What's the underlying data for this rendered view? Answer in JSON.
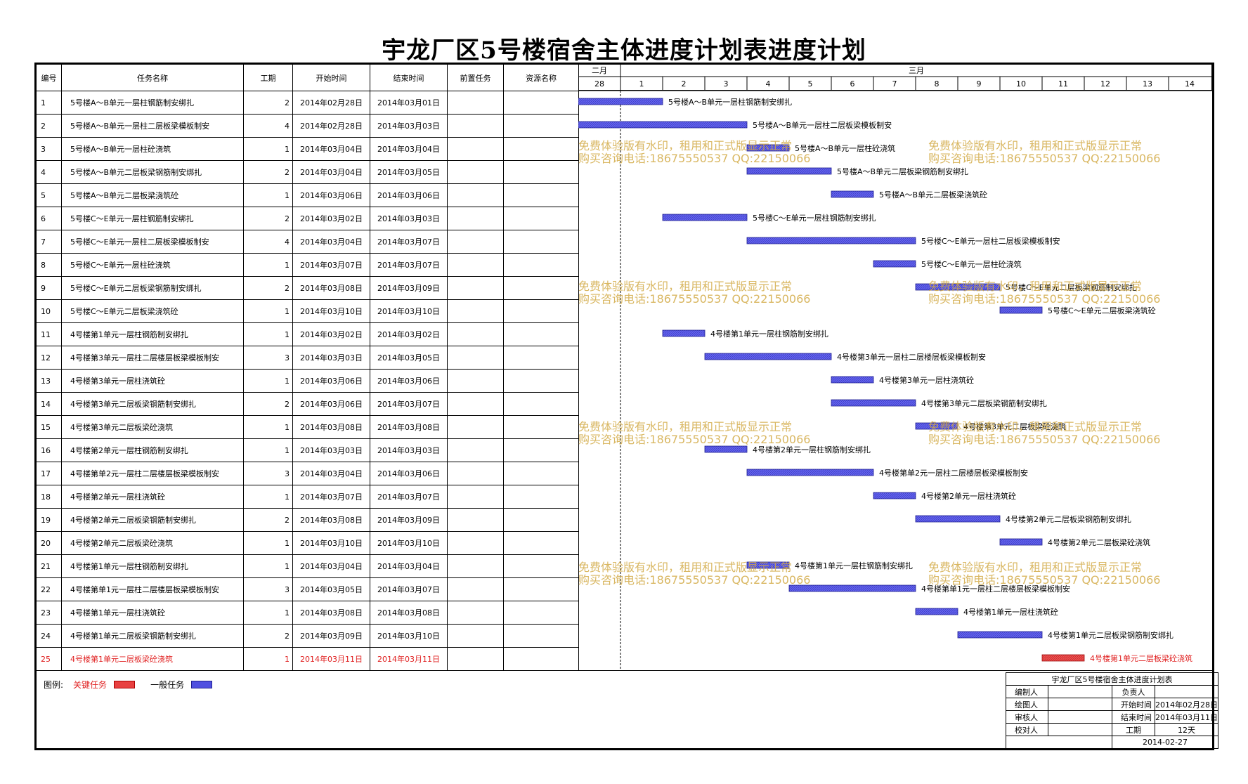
{
  "title": "宇龙厂区5号楼宿舍主体进度计划表进度计划",
  "columns": {
    "no": "编号",
    "name": "任务名称",
    "duration": "工期",
    "start": "开始时间",
    "end": "结束时间",
    "predecessor": "前置任务",
    "resource": "资源名称"
  },
  "gantt": {
    "months": [
      "二月",
      "三月"
    ],
    "days": [
      "28",
      "1",
      "2",
      "3",
      "4",
      "5",
      "6",
      "7",
      "8",
      "9",
      "10",
      "11",
      "12",
      "13",
      "14"
    ],
    "colors": {
      "normal": "#5050e0",
      "critical": "#e84040",
      "critical_text": "#e02020"
    }
  },
  "tasks": [
    {
      "no": "1",
      "name": "5号楼A～B单元一层柱钢筋制安绑扎",
      "duration": "2",
      "start": "2014年02月28日",
      "end": "2014年03月01日",
      "s": 0,
      "d": 2,
      "critical": false
    },
    {
      "no": "2",
      "name": "5号楼A～B单元一层柱二层板梁模板制安",
      "duration": "4",
      "start": "2014年02月28日",
      "end": "2014年03月03日",
      "s": 0,
      "d": 4,
      "critical": false
    },
    {
      "no": "3",
      "name": "5号楼A～B单元一层柱砼浇筑",
      "duration": "1",
      "start": "2014年03月04日",
      "end": "2014年03月04日",
      "s": 4,
      "d": 1,
      "critical": false
    },
    {
      "no": "4",
      "name": "5号楼A～B单元二层板梁钢筋制安绑扎",
      "duration": "2",
      "start": "2014年03月04日",
      "end": "2014年03月05日",
      "s": 4,
      "d": 2,
      "critical": false
    },
    {
      "no": "5",
      "name": "5号楼A～B单元二层板梁浇筑砼",
      "duration": "1",
      "start": "2014年03月06日",
      "end": "2014年03月06日",
      "s": 6,
      "d": 1,
      "critical": false
    },
    {
      "no": "6",
      "name": "5号楼C～E单元一层柱钢筋制安绑扎",
      "duration": "2",
      "start": "2014年03月02日",
      "end": "2014年03月03日",
      "s": 2,
      "d": 2,
      "critical": false
    },
    {
      "no": "7",
      "name": "5号楼C～E单元一层柱二层板梁模板制安",
      "duration": "4",
      "start": "2014年03月04日",
      "end": "2014年03月07日",
      "s": 4,
      "d": 4,
      "critical": false
    },
    {
      "no": "8",
      "name": "5号楼C～E单元一层柱砼浇筑",
      "duration": "1",
      "start": "2014年03月07日",
      "end": "2014年03月07日",
      "s": 7,
      "d": 1,
      "critical": false
    },
    {
      "no": "9",
      "name": "5号楼C～E单元二层板梁钢筋制安绑扎",
      "duration": "2",
      "start": "2014年03月08日",
      "end": "2014年03月09日",
      "s": 8,
      "d": 2,
      "critical": false
    },
    {
      "no": "10",
      "name": "5号楼C～E单元二层板梁浇筑砼",
      "duration": "1",
      "start": "2014年03月10日",
      "end": "2014年03月10日",
      "s": 10,
      "d": 1,
      "critical": false
    },
    {
      "no": "11",
      "name": "4号楼第1单元一层柱钢筋制安绑扎",
      "duration": "1",
      "start": "2014年03月02日",
      "end": "2014年03月02日",
      "s": 2,
      "d": 1,
      "critical": false
    },
    {
      "no": "12",
      "name": "4号楼第3单元一层柱二层楼层板梁模板制安",
      "duration": "3",
      "start": "2014年03月03日",
      "end": "2014年03月05日",
      "s": 3,
      "d": 3,
      "critical": false
    },
    {
      "no": "13",
      "name": "4号楼第3单元一层柱浇筑砼",
      "duration": "1",
      "start": "2014年03月06日",
      "end": "2014年03月06日",
      "s": 6,
      "d": 1,
      "critical": false
    },
    {
      "no": "14",
      "name": "4号楼第3单元二层板梁钢筋制安绑扎",
      "duration": "2",
      "start": "2014年03月06日",
      "end": "2014年03月07日",
      "s": 6,
      "d": 2,
      "critical": false
    },
    {
      "no": "15",
      "name": "4号楼第3单元二层板梁砼浇筑",
      "duration": "1",
      "start": "2014年03月08日",
      "end": "2014年03月08日",
      "s": 8,
      "d": 1,
      "critical": false
    },
    {
      "no": "16",
      "name": "4号楼第2单元一层柱钢筋制安绑扎",
      "duration": "1",
      "start": "2014年03月03日",
      "end": "2014年03月03日",
      "s": 3,
      "d": 1,
      "critical": false
    },
    {
      "no": "17",
      "name": "4号楼第单2元一层柱二层楼层板梁模板制安",
      "duration": "3",
      "start": "2014年03月04日",
      "end": "2014年03月06日",
      "s": 4,
      "d": 3,
      "critical": false
    },
    {
      "no": "18",
      "name": "4号楼第2单元一层柱浇筑砼",
      "duration": "1",
      "start": "2014年03月07日",
      "end": "2014年03月07日",
      "s": 7,
      "d": 1,
      "critical": false
    },
    {
      "no": "19",
      "name": "4号楼第2单元二层板梁钢筋制安绑扎",
      "duration": "2",
      "start": "2014年03月08日",
      "end": "2014年03月09日",
      "s": 8,
      "d": 2,
      "critical": false
    },
    {
      "no": "20",
      "name": "4号楼第2单元二层板梁砼浇筑",
      "duration": "1",
      "start": "2014年03月10日",
      "end": "2014年03月10日",
      "s": 10,
      "d": 1,
      "critical": false
    },
    {
      "no": "21",
      "name": "4号楼第1单元一层柱钢筋制安绑扎",
      "duration": "1",
      "start": "2014年03月04日",
      "end": "2014年03月04日",
      "s": 4,
      "d": 1,
      "critical": false
    },
    {
      "no": "22",
      "name": "4号楼第单1元一层柱二层楼层板梁模板制安",
      "duration": "3",
      "start": "2014年03月05日",
      "end": "2014年03月07日",
      "s": 5,
      "d": 3,
      "critical": false
    },
    {
      "no": "23",
      "name": "4号楼第1单元一层柱浇筑砼",
      "duration": "1",
      "start": "2014年03月08日",
      "end": "2014年03月08日",
      "s": 8,
      "d": 1,
      "critical": false
    },
    {
      "no": "24",
      "name": "4号楼第1单元二层板梁钢筋制安绑扎",
      "duration": "2",
      "start": "2014年03月09日",
      "end": "2014年03月10日",
      "s": 9,
      "d": 2,
      "critical": false
    },
    {
      "no": "25",
      "name": "4号楼第1单元二层板梁砼浇筑",
      "duration": "1",
      "start": "2014年03月11日",
      "end": "2014年03月11日",
      "s": 11,
      "d": 1,
      "critical": true
    }
  ],
  "watermark": {
    "line1": "免费体验版有水印，租用和正式版显示正常",
    "line2": "购买咨询电话:18675550537 QQ:22150066"
  },
  "legend": {
    "label": "图例:",
    "critical": "关键任务",
    "normal": "一般任务"
  },
  "info": {
    "title": "宇龙厂区5号楼宿舍主体进度计划表",
    "compiler_label": "编制人",
    "compiler": "",
    "owner_label": "负责人",
    "owner": "",
    "drafter_label": "绘图人",
    "drafter": "",
    "start_label": "开始时间",
    "start": "2014年02月28日",
    "reviewer_label": "审核人",
    "reviewer": "",
    "end_label": "结束时间",
    "end": "2014年03月11日",
    "proof_label": "校对人",
    "proof": "",
    "duration_label": "工期",
    "duration": "12天",
    "date": "2014-02-27"
  }
}
